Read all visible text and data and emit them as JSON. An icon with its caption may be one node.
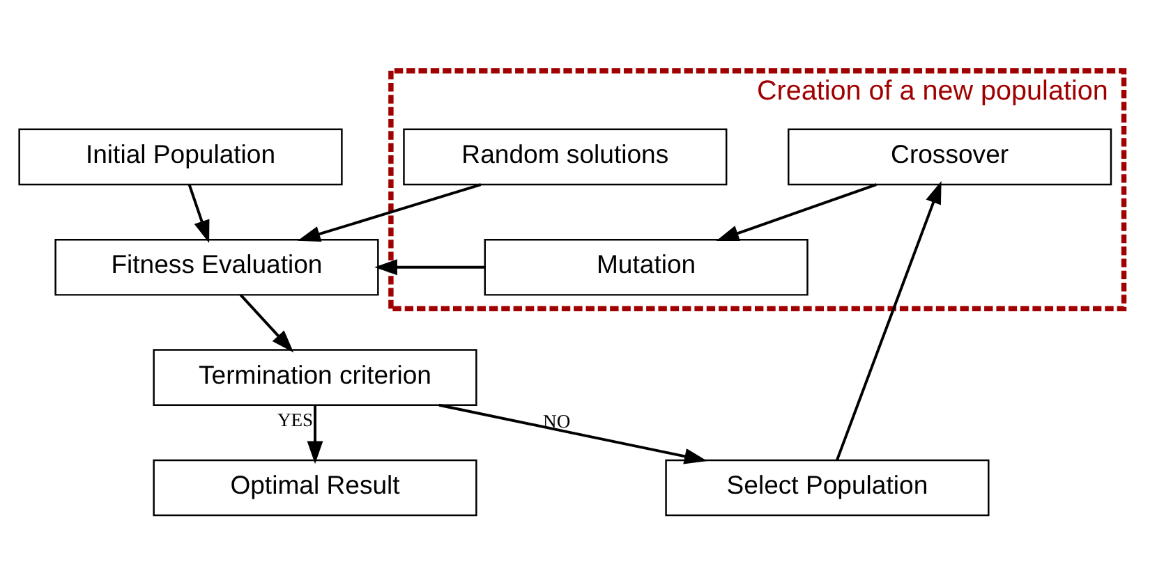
{
  "diagram": {
    "nodes": [
      {
        "text": [
          "Initial Population"
        ]
      },
      {
        "text": [
          "Fitness Evaluation"
        ]
      },
      {
        "text": [
          "Termination criterion"
        ]
      },
      {
        "text": [
          "Select Population"
        ]
      },
      {
        "text": [
          "Optimal Result"
        ]
      },
      {
        "text": [
          "Creation of a new population"
        ]
      },
      {
        "text": [
          "Random solutions"
        ],
        "in": 5
      },
      {
        "text": [
          "Mutation"
        ],
        "in": 5
      },
      {
        "text": [
          "Crossover"
        ],
        "in": 5
      }
    ],
    "edges": [
      {
        "from": 0,
        "to": 1,
        "arrow": "to"
      },
      {
        "from": 1,
        "to": 2,
        "arrow": "to"
      },
      {
        "from": 2,
        "to": 3,
        "arrow": "to",
        "label": "NO"
      },
      {
        "from": 2,
        "to": 4,
        "arrow": "to",
        "label": "YES"
      },
      {
        "from": 3,
        "to": 8,
        "arrow": "to"
      },
      {
        "from": 8,
        "to": 7,
        "arrow": "to"
      },
      {
        "from": 7,
        "to": 1,
        "arrow": "to"
      },
      {
        "from": 6,
        "to": 1,
        "arrow": "to"
      }
    ]
  }
}
